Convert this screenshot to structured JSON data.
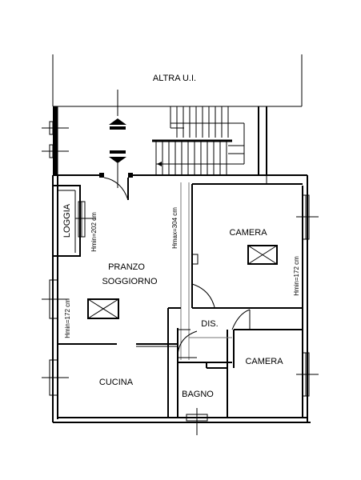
{
  "plan": {
    "rooms": {
      "altra": "ALTRA U.I.",
      "loggia": "LOGGIA",
      "pranzo_line1": "PRANZO",
      "pranzo_line2": "SOGGIORNO",
      "camera_top": "CAMERA",
      "camera_right": "CAMERA",
      "dis": "DIS.",
      "cucina": "CUCINA",
      "bagno": "BAGNO"
    },
    "dimensions": {
      "loggia_height": "Hmin=202 cm",
      "corridor_height": "Hmax=304 cm",
      "camera_height": "Hmin=172 cm",
      "soggiorno_height": "Hmin=172 cm"
    }
  }
}
